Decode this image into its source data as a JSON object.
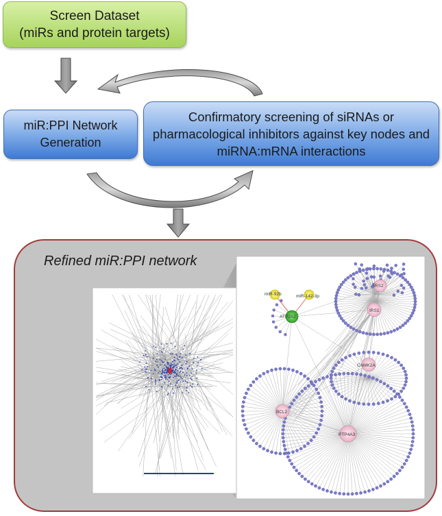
{
  "screen_box": {
    "line1": "Screen Dataset",
    "line2": "(miRs and protein targets)"
  },
  "network_box": {
    "line1": "miR:PPI Network",
    "line2": "Generation"
  },
  "confirm_box": {
    "line1": "Confirmatory  screening of siRNAs or",
    "line2": "pharmacological inhibitors against key nodes and",
    "line3": "miRNA:mRNA interactions"
  },
  "panel": {
    "title": "Refined miR:PPI network"
  },
  "zoom_network": {
    "mirnas": [
      "miR-92b",
      "miR-142-3p"
    ],
    "hubs": [
      "ATP2A2",
      "IRS2",
      "IRS1",
      "CAMK2A",
      "BCL2",
      "PTP4A3"
    ]
  },
  "colors": {
    "green_box": "#a6d35c",
    "blue_box": "#4f86d8",
    "panel_bg": "#c4c4c4",
    "panel_border": "#a23a3a",
    "node_purple": "#7a7ac8",
    "hub_pink": "#f4c8d8",
    "mirna_yellow": "#f2ea3c",
    "atp_green": "#4bbf3b",
    "edge_red": "#e05050"
  }
}
